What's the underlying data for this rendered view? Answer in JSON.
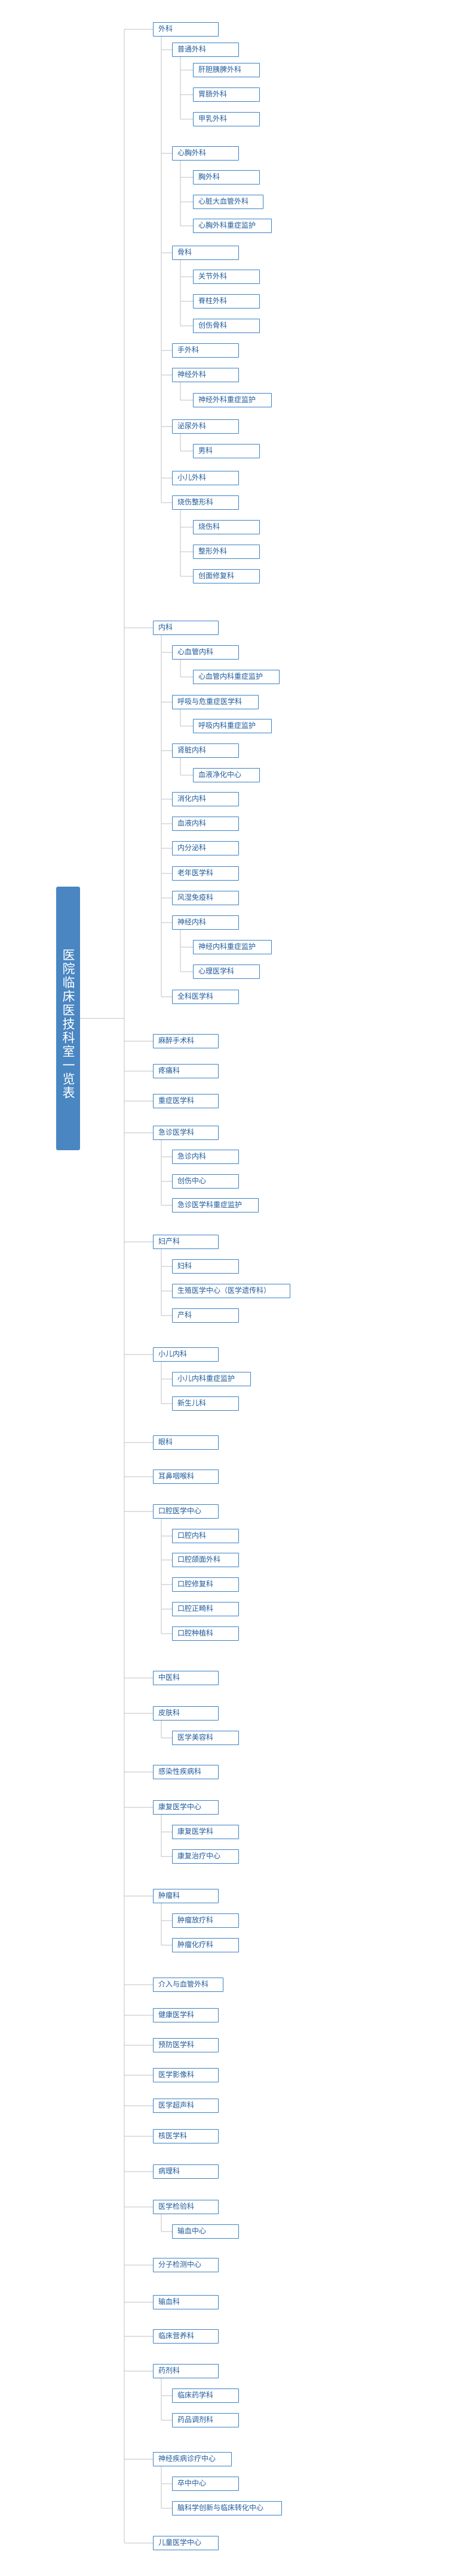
{
  "title": "医院临床医技科室一览表",
  "accent": "#4a86c2",
  "tree": [
    {
      "label": "外科",
      "children": [
        {
          "label": "普通外科",
          "children": [
            {
              "label": "肝胆胰脾外科"
            },
            {
              "label": "胃肠外科"
            },
            {
              "label": "甲乳外科"
            }
          ]
        },
        {
          "label": "心胸外科",
          "children": [
            {
              "label": "胸外科"
            },
            {
              "label": "心脏大血管外科"
            },
            {
              "label": "心胸外科重症监护"
            }
          ]
        },
        {
          "label": "骨科",
          "children": [
            {
              "label": "关节外科"
            },
            {
              "label": "脊柱外科"
            },
            {
              "label": "创伤骨科"
            }
          ]
        },
        {
          "label": "手外科"
        },
        {
          "label": "神经外科",
          "children": [
            {
              "label": "神经外科重症监护"
            }
          ]
        },
        {
          "label": "泌尿外科",
          "children": [
            {
              "label": "男科"
            }
          ]
        },
        {
          "label": "小儿外科"
        },
        {
          "label": "烧伤整形科",
          "children": [
            {
              "label": "烧伤科"
            },
            {
              "label": "整形外科"
            },
            {
              "label": "创面修复科"
            }
          ]
        }
      ]
    },
    {
      "label": "内科",
      "children": [
        {
          "label": "心血管内科",
          "children": [
            {
              "label": "心血管内科重症监护"
            }
          ]
        },
        {
          "label": "呼吸与危重症医学科",
          "children": [
            {
              "label": "呼吸内科重症监护"
            }
          ]
        },
        {
          "label": "肾脏内科",
          "children": [
            {
              "label": "血液净化中心"
            }
          ]
        },
        {
          "label": "消化内科"
        },
        {
          "label": "血液内科"
        },
        {
          "label": "内分泌科"
        },
        {
          "label": "老年医学科"
        },
        {
          "label": "风湿免疫科"
        },
        {
          "label": "神经内科",
          "children": [
            {
              "label": "神经内科重症监护"
            },
            {
              "label": "心理医学科"
            }
          ]
        },
        {
          "label": "全科医学科"
        }
      ]
    },
    {
      "label": "麻醉手术科"
    },
    {
      "label": "疼痛科"
    },
    {
      "label": "重症医学科"
    },
    {
      "label": "急诊医学科",
      "children": [
        {
          "label": "急诊内科"
        },
        {
          "label": "创伤中心"
        },
        {
          "label": "急诊医学科重症监护"
        }
      ]
    },
    {
      "label": "妇产科",
      "children": [
        {
          "label": "妇科"
        },
        {
          "label": "生殖医学中心（医学遗传科）"
        },
        {
          "label": "产科"
        }
      ]
    },
    {
      "label": "小儿内科",
      "children": [
        {
          "label": "小儿内科重症监护"
        },
        {
          "label": "新生儿科"
        }
      ]
    },
    {
      "label": "眼科"
    },
    {
      "label": "耳鼻咽喉科"
    },
    {
      "label": "口腔医学中心",
      "children": [
        {
          "label": "口腔内科"
        },
        {
          "label": "口腔颌面外科"
        },
        {
          "label": "口腔修复科"
        },
        {
          "label": "口腔正畸科"
        },
        {
          "label": "口腔种植科"
        }
      ]
    },
    {
      "label": "中医科"
    },
    {
      "label": "皮肤科",
      "children": [
        {
          "label": "医学美容科"
        }
      ]
    },
    {
      "label": "感染性疾病科"
    },
    {
      "label": "康复医学中心",
      "children": [
        {
          "label": "康复医学科"
        },
        {
          "label": "康复治疗中心"
        }
      ]
    },
    {
      "label": "肿瘤科",
      "children": [
        {
          "label": "肿瘤放疗科"
        },
        {
          "label": "肿瘤化疗科"
        }
      ]
    },
    {
      "label": "介入与血管外科"
    },
    {
      "label": "健康医学科"
    },
    {
      "label": "预防医学科"
    },
    {
      "label": "医学影像科"
    },
    {
      "label": "医学超声科"
    },
    {
      "label": "核医学科"
    },
    {
      "label": "病理科"
    },
    {
      "label": "医学检验科",
      "children": [
        {
          "label": "输血中心"
        }
      ]
    },
    {
      "label": "分子检测中心"
    },
    {
      "label": "输血科"
    },
    {
      "label": "临床营养科"
    },
    {
      "label": "药剂科",
      "children": [
        {
          "label": "临床药学科"
        },
        {
          "label": "药品调剂科"
        }
      ]
    },
    {
      "label": "神经疾病诊疗中心",
      "children": [
        {
          "label": "卒中中心"
        },
        {
          "label": "脑科学创新与临床转化中心"
        }
      ]
    },
    {
      "label": "儿童医学中心"
    }
  ]
}
